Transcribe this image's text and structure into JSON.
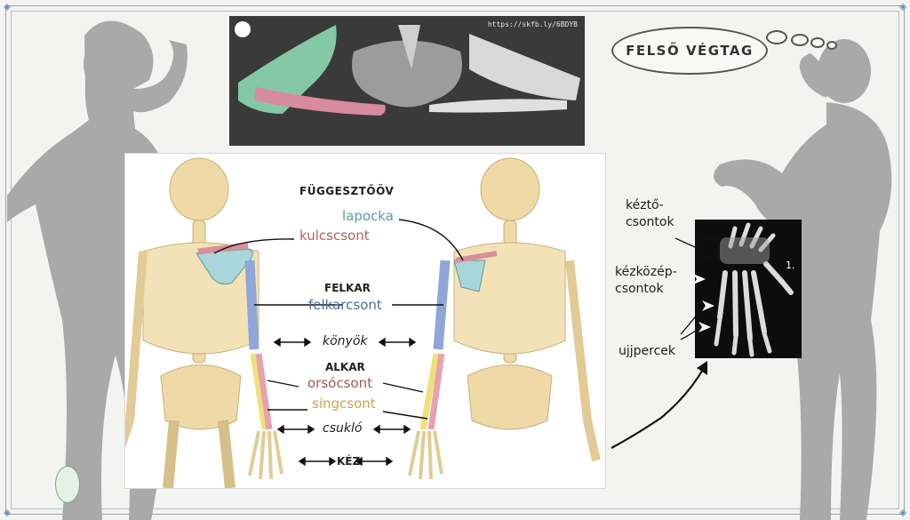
{
  "title": "FELSŐ VÉGTAG",
  "sketchfab_url": "https://skfb.ly/6BDYB",
  "labels": {
    "shoulder_girdle": "FÜGGESZTŐÖV",
    "scapula": "lapocka",
    "clavicle": "kulcscsont",
    "upper_arm": "FELKAR",
    "humerus": "felkarcsont",
    "elbow": "könyök",
    "forearm": "ALKAR",
    "radius": "orsócsont",
    "ulna": "singcsont",
    "wrist": "csukló",
    "hand": "KÉZ"
  },
  "xray_labels": {
    "carpals": "kéztő-\ncsontok",
    "metacarpals": "kézközép-\ncsontok",
    "phalanges": "ujjpercek",
    "thumb_marker": "1."
  },
  "colors": {
    "scapula": "#5f9a9a",
    "clavicle": "#b06060",
    "humerus": "#4a6d9a",
    "radius": "#a05858",
    "ulna": "#c9a450",
    "silhouette": "#a9a9a9",
    "bone": "#efd9a6",
    "bone_edge": "#c9b07a",
    "scapula_fill": "#a9d6d8",
    "clavicle_fill": "#d9909a",
    "humerus_fill": "#8ea6d8",
    "radius_fill": "#e6a3ae",
    "ulna_fill": "#f0e07c"
  }
}
